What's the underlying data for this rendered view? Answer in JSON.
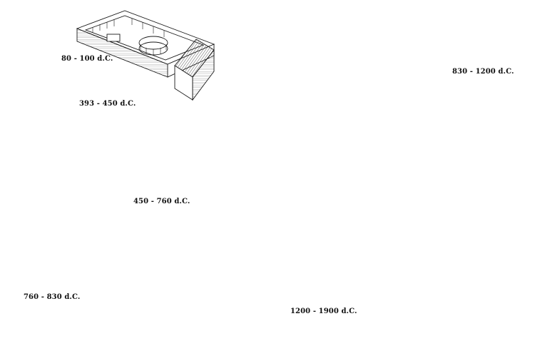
{
  "stages": [
    {
      "period": "80 - 100 d.C."
    },
    {
      "period": "393 - 450 d.C."
    },
    {
      "period": "450 - 760 d.C."
    },
    {
      "period": "760 - 830 d.C."
    },
    {
      "period": "830 - 1200 d.C."
    },
    {
      "period": "1200 - 1900 d.C."
    }
  ]
}
